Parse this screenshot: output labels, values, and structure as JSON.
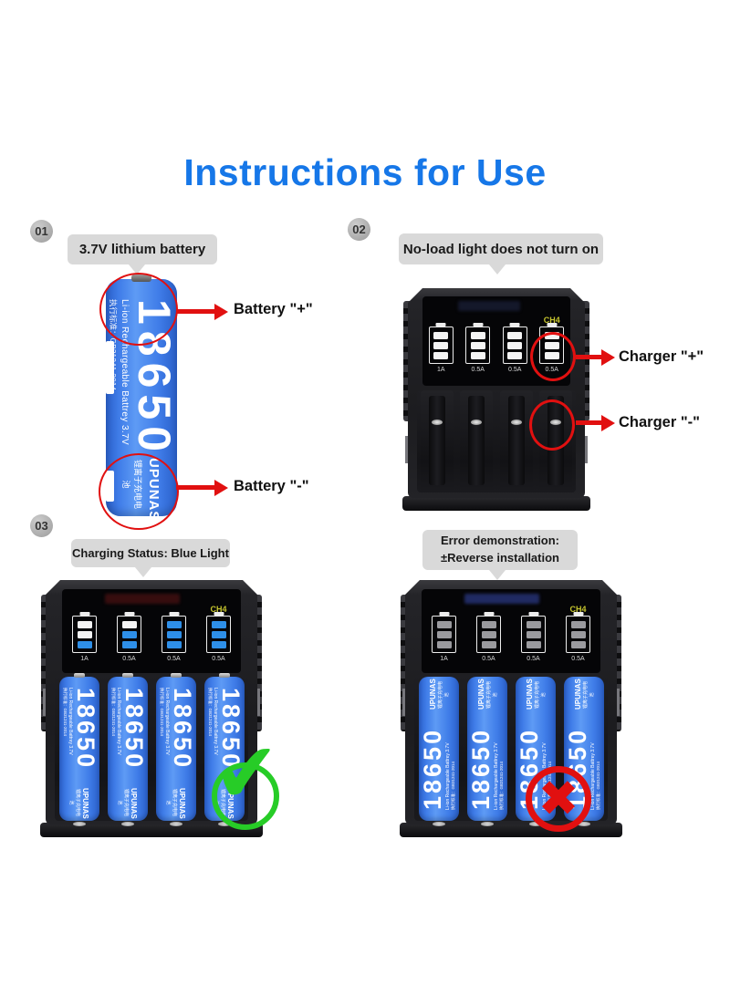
{
  "title": "Instructions for Use",
  "palette": {
    "title_blue": "#1677E8",
    "accent_red": "#E11010",
    "success_green": "#27CC27",
    "bubble_gray": "#D9D9D9",
    "badge_gray": "#9B9B9B",
    "ch4_yellow": "#C6C52E",
    "seg_blue": "#2E8FE8",
    "battery_blue": "#3F7CE8"
  },
  "icons": {
    "check": "✔",
    "cross": "✖"
  },
  "battery": {
    "model": "18650",
    "line1": "Li-ion Rechargeable Battrey 3.7V",
    "line2": "执行标准：GB31241-2014",
    "brand": "UPUNAS",
    "brand_cn": "锂离子充电电池"
  },
  "section1": {
    "badge": "01",
    "bubble": "3.7V lithium battery",
    "callout_positive": "Battery \"+\"",
    "callout_negative": "Battery \"-\""
  },
  "section2": {
    "badge": "02",
    "bubble": "No-load light does not turn on",
    "callout_positive": "Charger \"+\"",
    "callout_negative": "Charger \"-\"",
    "charger": {
      "channel_label": "CH4",
      "current_labels": [
        "1A",
        "0.5A",
        "0.5A",
        "0.5A"
      ],
      "indicators": [
        [
          "white",
          "white",
          "white"
        ],
        [
          "white",
          "white",
          "white"
        ],
        [
          "white",
          "white",
          "white"
        ],
        [
          "white",
          "white",
          "white"
        ]
      ]
    }
  },
  "section3": {
    "badge": "03",
    "bubble_ok": "Charging Status: Blue Light",
    "bubble_error_line1": "Error demonstration:",
    "bubble_error_line2": "±Reverse installation",
    "charger_ok": {
      "channel_label": "CH4",
      "current_labels": [
        "1A",
        "0.5A",
        "0.5A",
        "0.5A"
      ],
      "indicators": [
        [
          "white",
          "white",
          "blue"
        ],
        [
          "white",
          "blue",
          "blue"
        ],
        [
          "blue",
          "blue",
          "blue"
        ],
        [
          "blue",
          "blue",
          "blue"
        ]
      ]
    },
    "charger_error": {
      "channel_label": "CH4",
      "current_labels": [
        "1A",
        "0.5A",
        "0.5A",
        "0.5A"
      ],
      "indicators": [
        [
          "dim",
          "dim",
          "dim"
        ],
        [
          "dim",
          "dim",
          "dim"
        ],
        [
          "dim",
          "dim",
          "dim"
        ],
        [
          "dim",
          "dim",
          "dim"
        ]
      ]
    }
  }
}
